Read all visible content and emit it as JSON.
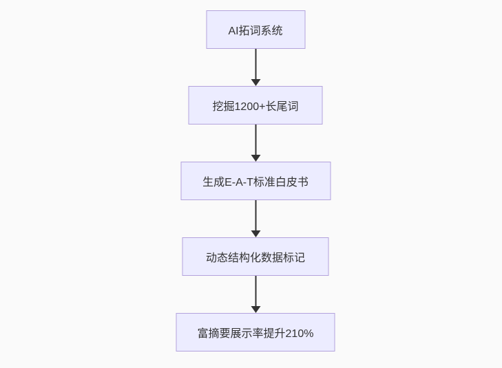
{
  "diagram": {
    "type": "flowchart",
    "direction": "top-down",
    "colors": {
      "background": "#fafafa",
      "node_fill": "#ececff",
      "node_border": "#b3a2dc",
      "text": "#333333",
      "arrow": "#333333"
    },
    "nodes": [
      {
        "id": "n1",
        "label": "AI拓词系统"
      },
      {
        "id": "n2",
        "label": "挖掘1200+长尾词"
      },
      {
        "id": "n3",
        "label": "生成E-A-T标准白皮书"
      },
      {
        "id": "n4",
        "label": "动态结构化数据标记"
      },
      {
        "id": "n5",
        "label": "富摘要展示率提升210%"
      }
    ],
    "edges": [
      {
        "from": "n1",
        "to": "n2"
      },
      {
        "from": "n2",
        "to": "n3"
      },
      {
        "from": "n3",
        "to": "n4"
      },
      {
        "from": "n4",
        "to": "n5"
      }
    ]
  }
}
